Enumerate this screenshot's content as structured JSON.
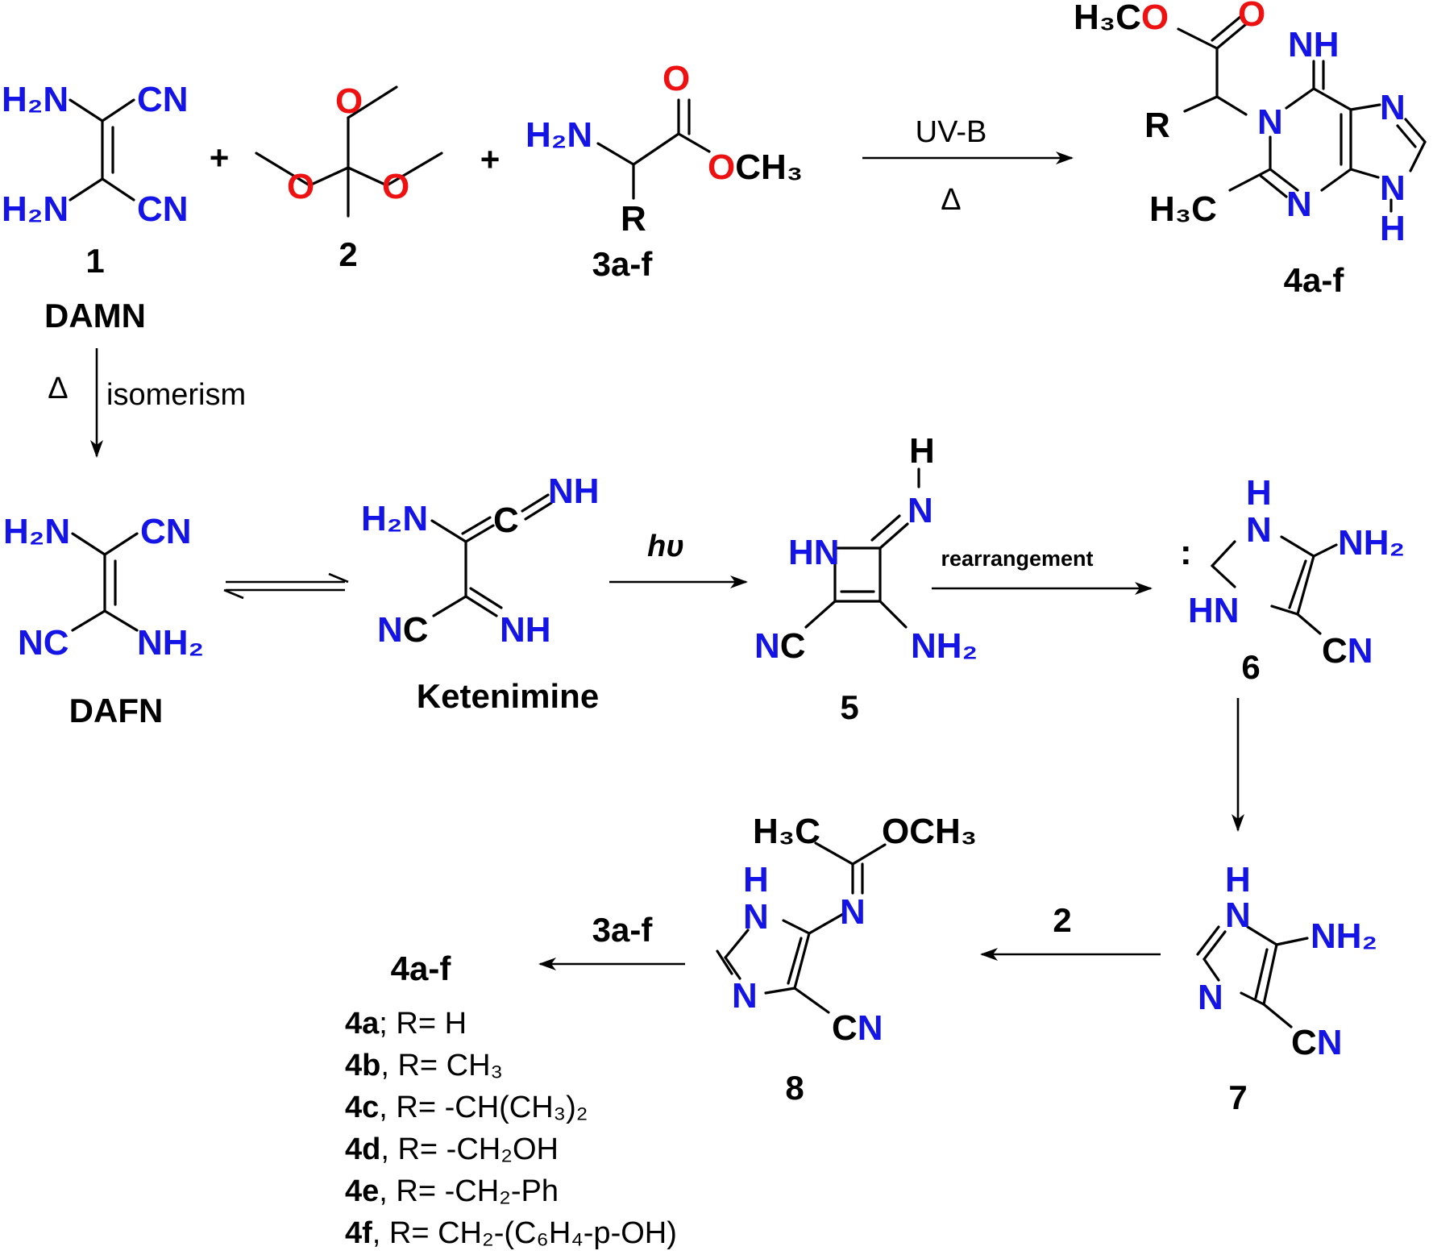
{
  "colors": {
    "nitrogen": "#1414e6",
    "oxygen": "#ee1111",
    "carbon": "#000000"
  },
  "compounds": {
    "damn": {
      "number": "1",
      "name": "DAMN"
    },
    "orthoester": {
      "number": "2"
    },
    "aminoester": {
      "number": "3a-f"
    },
    "product": {
      "number": "4a-f"
    },
    "dafn": {
      "name": "DAFN"
    },
    "ketenimine": {
      "name": "Ketenimine"
    },
    "c5": {
      "number": "5"
    },
    "c6": {
      "number": "6"
    },
    "c7": {
      "number": "7"
    },
    "c8": {
      "number": "8"
    }
  },
  "conditions": {
    "main_top": "UV-B",
    "main_bottom": "Δ",
    "iso_delta": "Δ",
    "iso_text": "isomerism",
    "photo": "hυ",
    "rearr": "rearrangement",
    "reagent2": "2",
    "reagent3": "3a-f",
    "plus": "+"
  },
  "rgroups": {
    "title": "4a-f",
    "items": [
      {
        "id": "4a",
        "sep": ";",
        "text": " R= H"
      },
      {
        "id": "4b",
        "sep": ",",
        "text": " R= CH₃"
      },
      {
        "id": "4c",
        "sep": ",",
        "text": " R= -CH(CH₃)₂"
      },
      {
        "id": "4d",
        "sep": ",",
        "text": " R= -CH₂OH"
      },
      {
        "id": "4e",
        "sep": ",",
        "text": " R= -CH₂-Ph"
      },
      {
        "id": "4f",
        "sep": ",",
        "text": " R= CH₂-(C₆H₄-p-OH)"
      }
    ]
  },
  "atoms": {
    "H2N": "H₂N",
    "NH2": "NH₂",
    "CN": "CN",
    "NC": "NC",
    "NH": "NH",
    "HN": "HN",
    "N": "N",
    "H": "H",
    "O": "O",
    "R": "R",
    "C": "C",
    "OCH3": "OCH₃",
    "H3C": "H₃C",
    "H3CO": "H₃CO",
    "colon": ":"
  }
}
